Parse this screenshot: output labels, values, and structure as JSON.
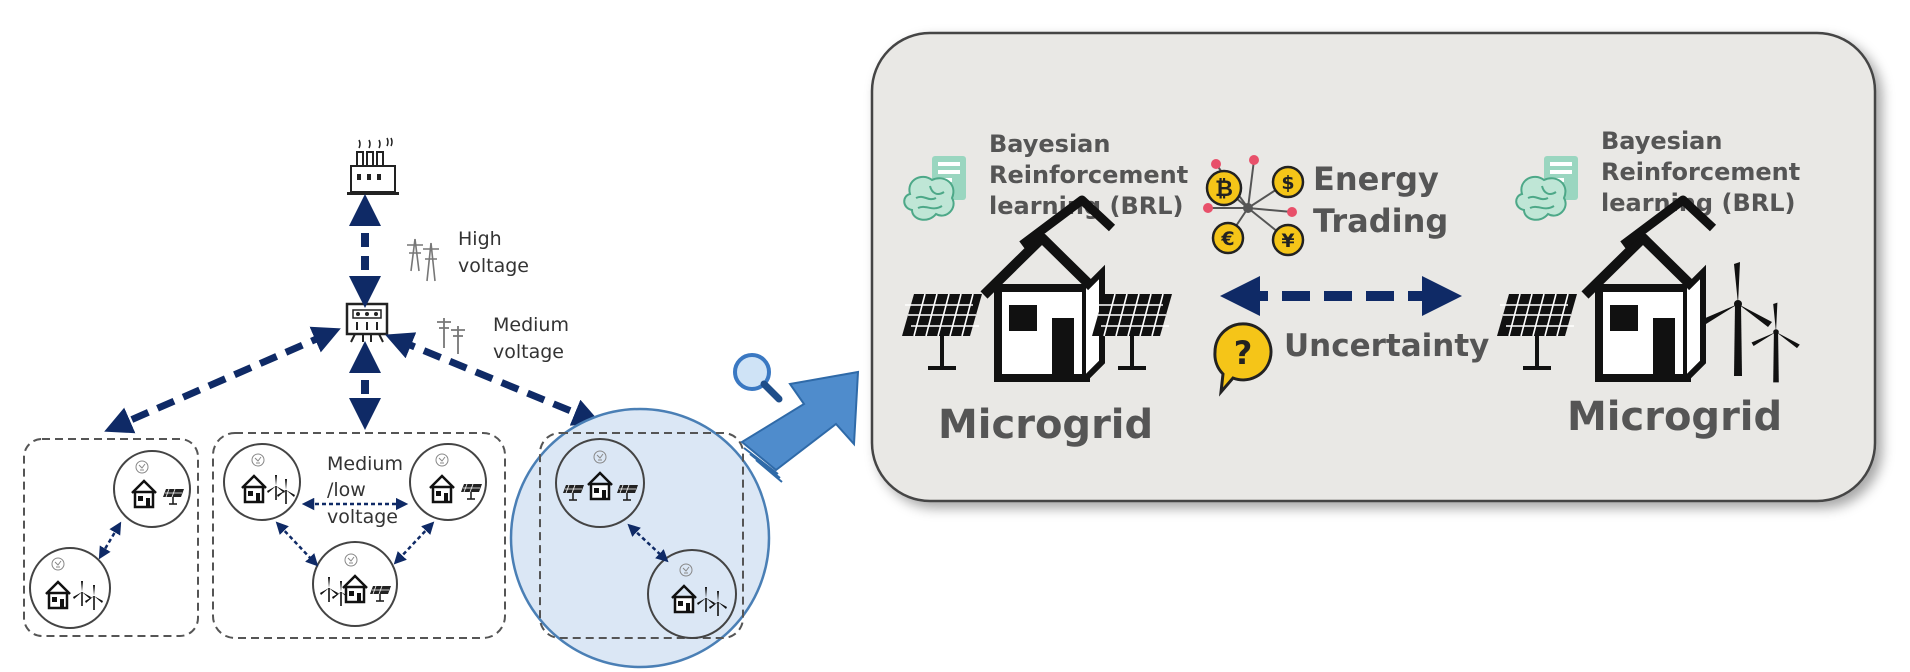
{
  "left_grid": {
    "high_voltage_label": [
      "High",
      "voltage"
    ],
    "medium_voltage_label": [
      "Medium",
      "voltage"
    ],
    "medium_low_voltage_label": [
      "Medium",
      "/low",
      "voltage"
    ]
  },
  "zoom_panel": {
    "left_microgrid": {
      "brl_label": [
        "Bayesian",
        "Reinforcement",
        "learning (BRL)"
      ],
      "microgrid_label": "Microgrid"
    },
    "right_microgrid": {
      "brl_label": [
        "Bayesian",
        "Reinforcement",
        "learning (BRL)"
      ],
      "microgrid_label": "Microgrid"
    },
    "energy_trading_label": [
      "Energy",
      "Trading"
    ],
    "uncertainty_label": "Uncertainty",
    "currency_symbols": [
      "₿",
      "$",
      "€",
      "¥"
    ],
    "uncertainty_symbol": "?"
  },
  "colors": {
    "arrow_navy": "#0f2a66",
    "panel_bg": "#e9e8e5",
    "highlight_blue": "#dbe7f5",
    "pointer_blue": "#4f8ccc",
    "coin_yellow": "#f5c518",
    "brain_green": "#6fc2a3"
  }
}
